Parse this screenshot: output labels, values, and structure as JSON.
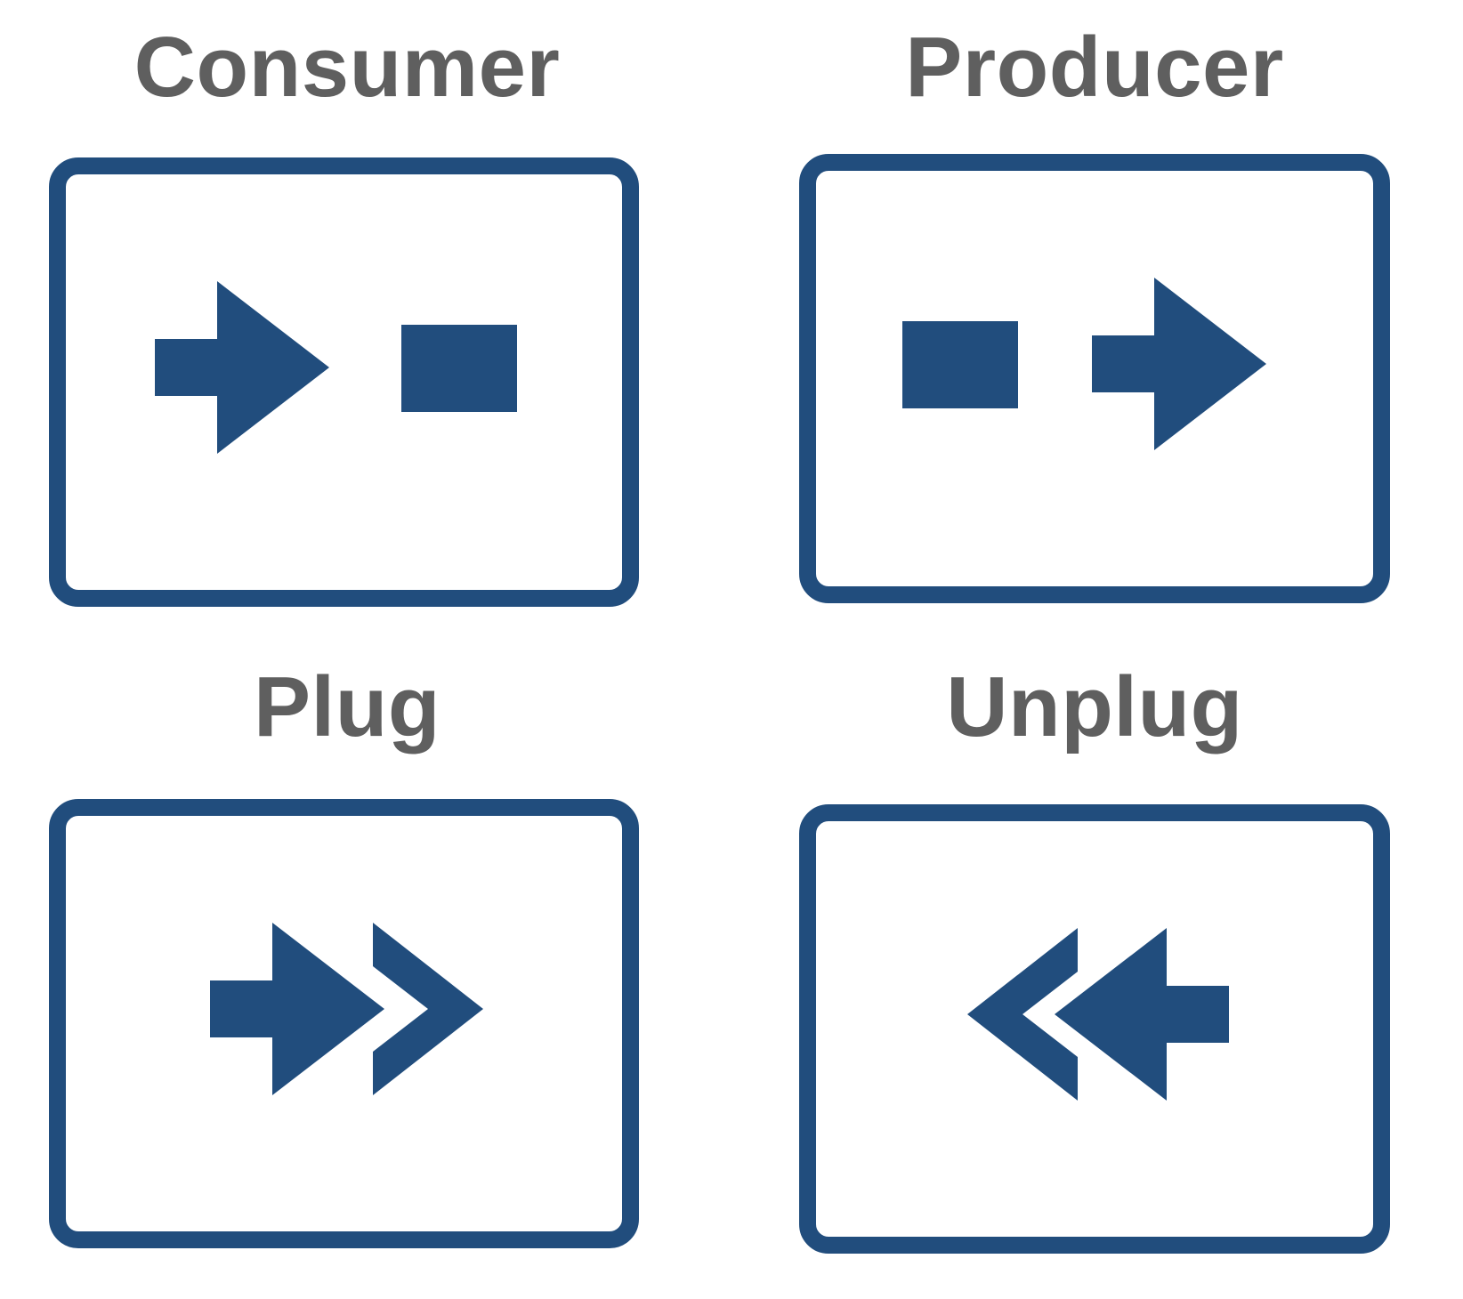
{
  "colors": {
    "accent": "#214d7d",
    "title_text": "#5f5f5f",
    "background": "#ffffff"
  },
  "cards": [
    {
      "title": "Consumer",
      "icon": "consumer-icon"
    },
    {
      "title": "Producer",
      "icon": "producer-icon"
    },
    {
      "title": "Plug",
      "icon": "plug-icon"
    },
    {
      "title": "Unplug",
      "icon": "unplug-icon"
    }
  ]
}
